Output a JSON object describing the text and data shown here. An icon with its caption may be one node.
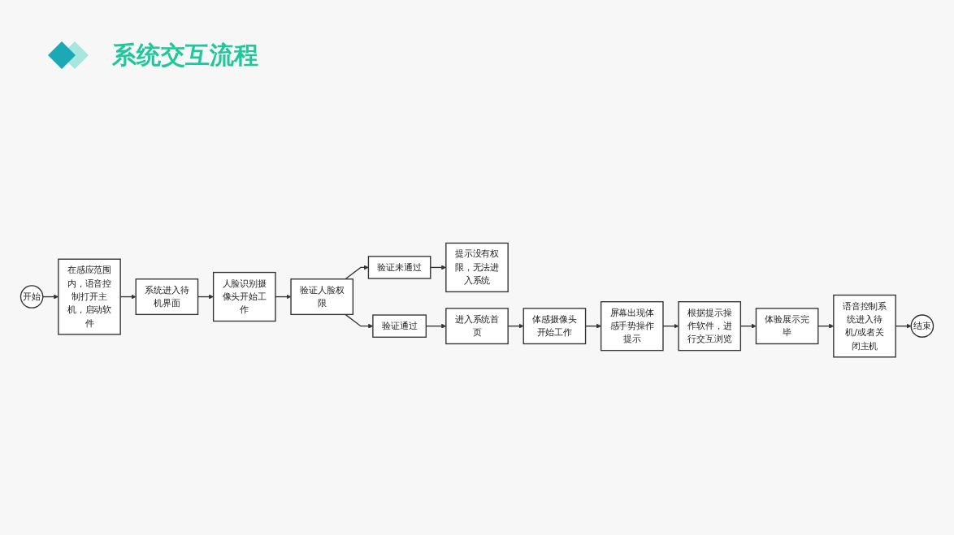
{
  "diagram": {
    "title": "系统交互流程",
    "nodes": [
      {
        "text": [
          "开始"
        ]
      },
      {
        "text": [
          "在感应范围内，语音控制打开主机，启动软件"
        ]
      },
      {
        "text": [
          "系统进入待机界面"
        ]
      },
      {
        "text": [
          "人脸识别摄像头开始工作"
        ]
      },
      {
        "text": [
          "验证人脸权限"
        ]
      },
      {
        "text": [
          "验证未通过"
        ]
      },
      {
        "text": [
          "提示没有权限，无法进入系统"
        ]
      },
      {
        "text": [
          "验证通过"
        ]
      },
      {
        "text": [
          "进入系统首页"
        ]
      },
      {
        "text": [
          "体感摄像头开始工作"
        ]
      },
      {
        "text": [
          "屏幕出现体感手势操作提示"
        ]
      },
      {
        "text": [
          "根据提示操作软件，进行交互浏览"
        ]
      },
      {
        "text": [
          "体验展示完毕"
        ]
      },
      {
        "text": [
          "语音控制系统进入待机/或者关闭主机"
        ]
      },
      {
        "text": [
          "结束"
        ]
      }
    ],
    "edges": [
      {
        "from": 0,
        "to": 1,
        "arrow": "to"
      },
      {
        "from": 1,
        "to": 2,
        "arrow": "to"
      },
      {
        "from": 2,
        "to": 3,
        "arrow": "to"
      },
      {
        "from": 3,
        "to": 4,
        "arrow": "to"
      },
      {
        "from": 4,
        "to": 5,
        "arrow": "to"
      },
      {
        "from": 5,
        "to": 6,
        "arrow": "to"
      },
      {
        "from": 4,
        "to": 7,
        "arrow": "to"
      },
      {
        "from": 7,
        "to": 8,
        "arrow": "to"
      },
      {
        "from": 8,
        "to": 9,
        "arrow": "to"
      },
      {
        "from": 9,
        "to": 10,
        "arrow": "to"
      },
      {
        "from": 10,
        "to": 11,
        "arrow": "to"
      },
      {
        "from": 11,
        "to": 12,
        "arrow": "to"
      },
      {
        "from": 12,
        "to": 13,
        "arrow": "to"
      },
      {
        "from": 13,
        "to": 14,
        "arrow": "to"
      }
    ]
  }
}
